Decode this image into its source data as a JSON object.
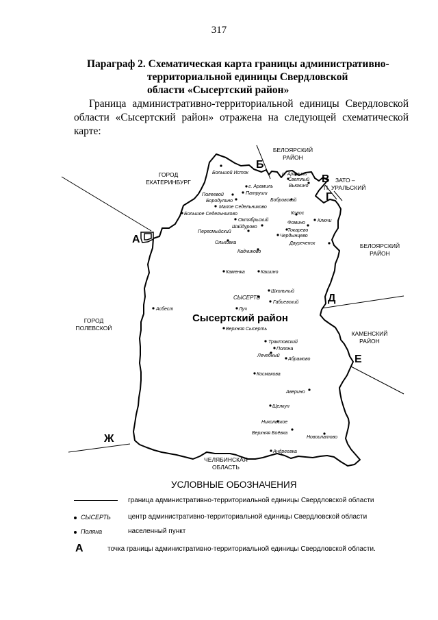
{
  "page_number": "317",
  "heading": {
    "line1": "Параграф 2. Схематическая карта границы административно-",
    "line2": "территориальной единицы Свердловской",
    "line3": "области «Сысертский район»"
  },
  "intro": "Граница административно-территориальной единицы Свердловской области «Сысертский район» отражена на следующей схематической карте:",
  "map": {
    "district_name": "Сысертский район",
    "neighbors": [
      {
        "lines": [
          "БЕЛОЯРСКИЙ",
          "РАЙОН"
        ]
      },
      {
        "lines": [
          "ГОРОД",
          "ЕКАТЕРИНБУРГ"
        ]
      },
      {
        "lines": [
          "ЗАТО –",
          "П. УРАЛЬСКИЙ"
        ]
      },
      {
        "lines": [
          "БЕЛОЯРСКИЙ",
          "РАЙОН"
        ]
      },
      {
        "lines": [
          "ГОРОД",
          "ПОЛЕВСКОЙ"
        ]
      },
      {
        "lines": [
          "КАМЕНСКИЙ",
          "РАЙОН"
        ]
      },
      {
        "lines": [
          "ЧЕЛЯБИНСКАЯ",
          "ОБЛАСТЬ"
        ]
      }
    ],
    "boundary_points": [
      "А",
      "Б",
      "В",
      "Г",
      "Д",
      "Е",
      "Ж"
    ],
    "center": {
      "name": "СЫСЕРТЬ"
    },
    "settlements": [
      "Большой Исток",
      "п. Арамиль",
      "Светлый",
      "Вьюхино",
      "г. Арамиль",
      "Патруши",
      "Полеевой",
      "Бородулино",
      "Бобровский",
      "Малое Седельниково",
      "Большое Седельниково",
      "Октябрьский",
      "Колос",
      "Ключи",
      "Фомино",
      "Шайдурово",
      "Токарево",
      "Пересмыйский",
      "Чердынцево",
      "Ольховка",
      "Двуреченск",
      "Кадниково",
      "Каменка",
      "Кашино",
      "Школьный",
      "Габиевский",
      "Асбест",
      "Луч",
      "Верхняя Сысерть",
      "Трактовский",
      "Поляна",
      "Лечебный",
      "Абрамово",
      "Космакова",
      "Аверино",
      "Щелкун",
      "Никольское",
      "Верхняя Боёвка",
      "Новоипатово",
      "Андреевка"
    ]
  },
  "legend": {
    "title": "УСЛОВНЫЕ ОБОЗНАЧЕНИЯ",
    "items": [
      {
        "sample": "",
        "text": "граница административно-территориальной единицы Свердловской области"
      },
      {
        "sample": "СЫСЕРТЬ",
        "text": "центр административно-территориальной единицы Свердловской области"
      },
      {
        "sample": "Поляна",
        "text": "населенный пункт"
      },
      {
        "sample": "А",
        "text": "точка границы административно-территориальной единицы Свердловской области."
      }
    ]
  }
}
